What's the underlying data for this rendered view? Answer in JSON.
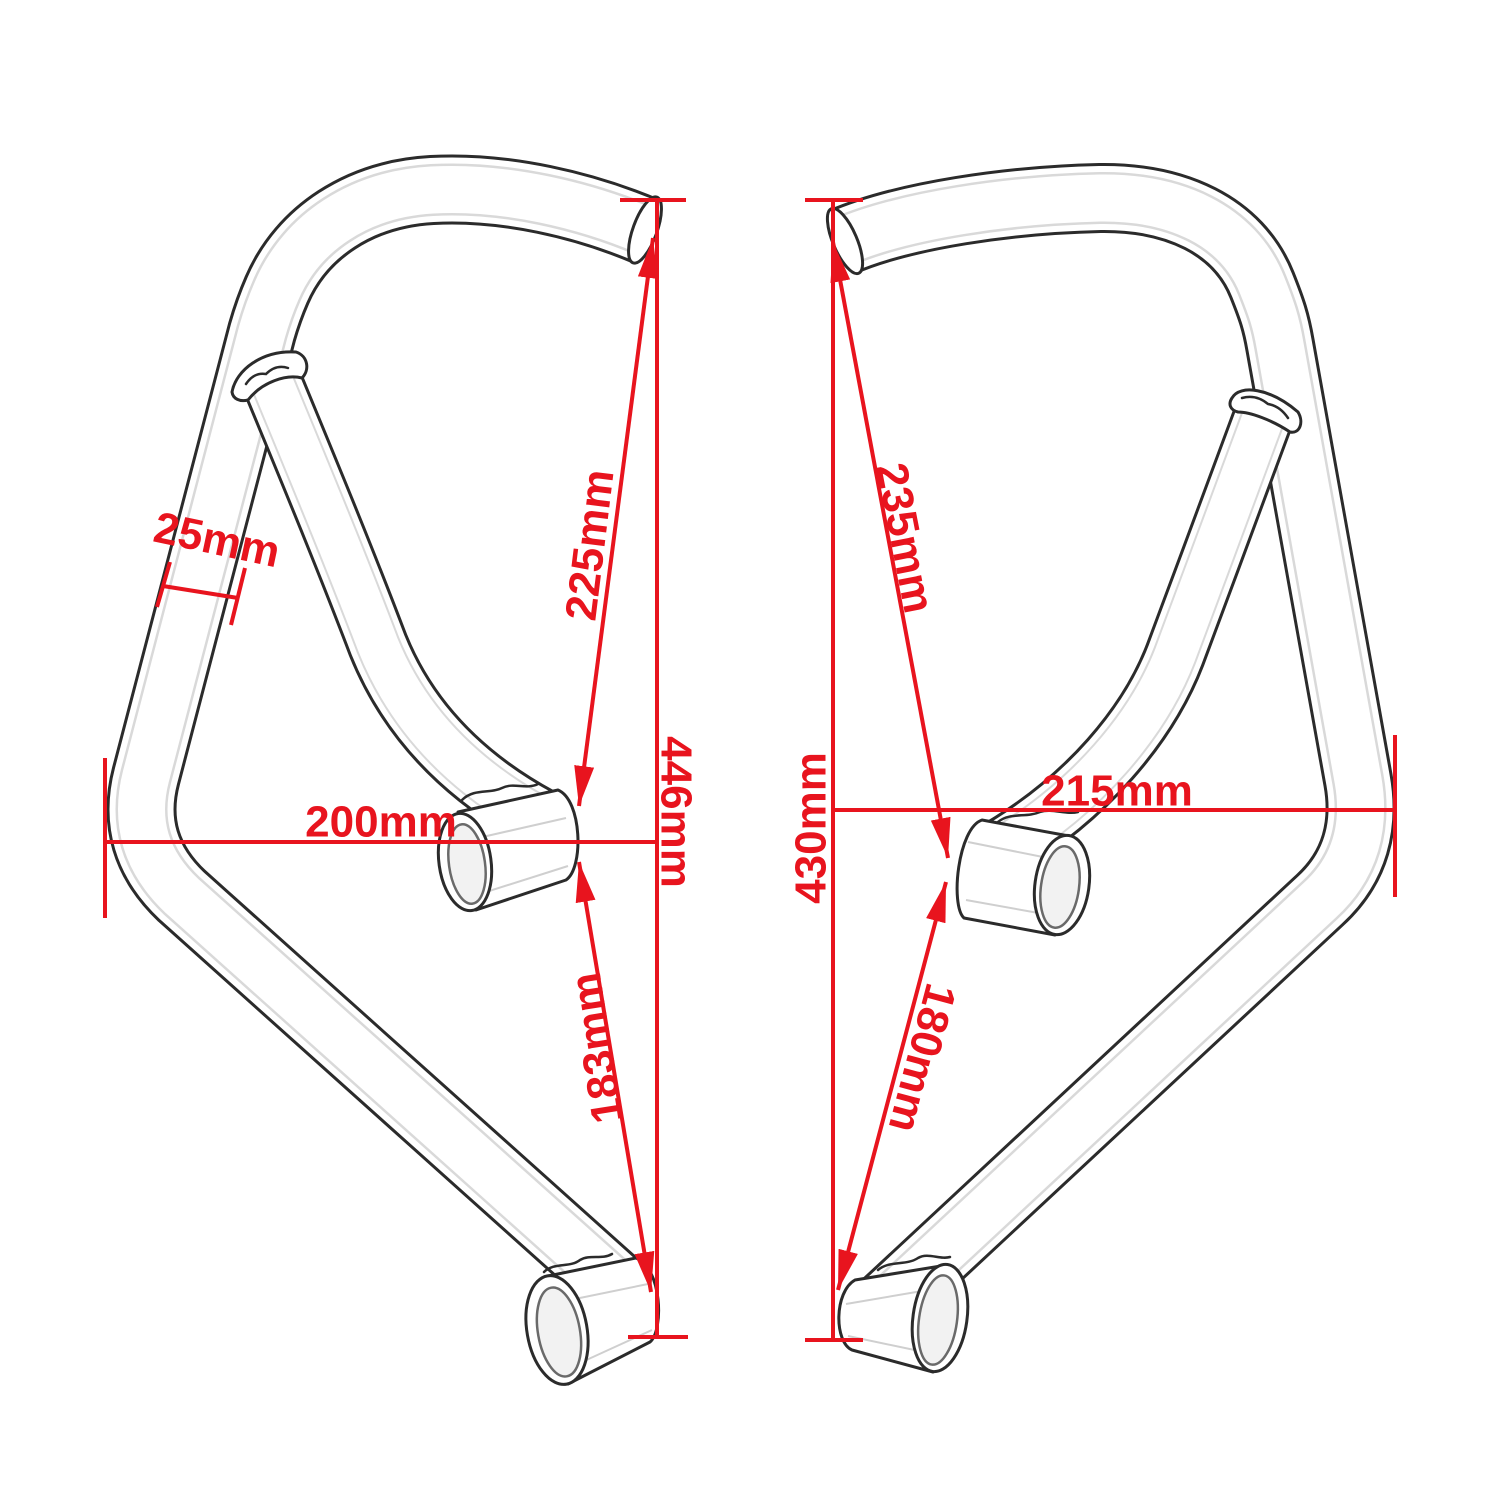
{
  "colors": {
    "dimension": "#e8141e",
    "outline": "#2b2b2b"
  },
  "left_guard": {
    "tube_diameter": "25mm",
    "upper_diagonal": "225mm",
    "overall_height": "446mm",
    "overall_width": "200mm",
    "lower_diagonal": "183mm"
  },
  "right_guard": {
    "upper_diagonal": "235mm",
    "overall_height": "430mm",
    "overall_width": "215mm",
    "lower_diagonal": "180mm"
  }
}
